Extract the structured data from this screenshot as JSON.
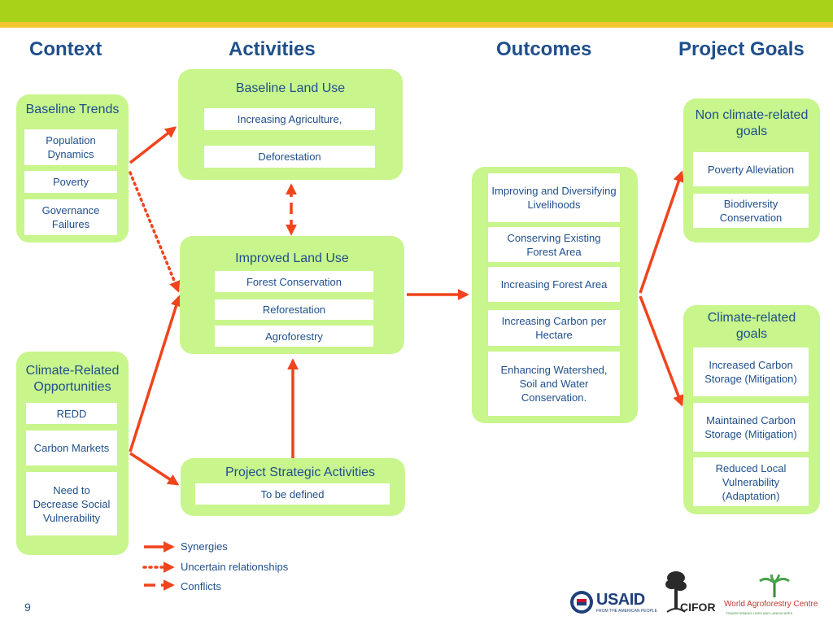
{
  "columns": {
    "context": "Context",
    "activities": "Activities",
    "outcomes": "Outcomes",
    "goals": "Project Goals"
  },
  "baseline_trends": {
    "title": "Baseline Trends",
    "items": [
      "Population Dynamics",
      "Poverty",
      "Governance Failures"
    ]
  },
  "climate_opportunities": {
    "title": "Climate-Related Opportunities",
    "items": [
      "REDD",
      "Carbon Markets",
      "Need to Decrease Social Vulnerability"
    ]
  },
  "baseline_land_use": {
    "title": "Baseline Land Use",
    "items": [
      "Increasing Agriculture,",
      "Deforestation"
    ]
  },
  "improved_land_use": {
    "title": "Improved Land Use",
    "items": [
      "Forest Conservation",
      "Reforestation",
      "Agroforestry"
    ]
  },
  "strategic_activities": {
    "title": "Project Strategic Activities",
    "items": [
      "To be defined"
    ]
  },
  "outcomes": {
    "items": [
      "Improving and Diversifying Livelihoods",
      "Conserving Existing Forest Area",
      "Increasing Forest Area",
      "Increasing Carbon per Hectare",
      "Enhancing Watershed, Soil and Water Conservation."
    ]
  },
  "non_climate_goals": {
    "title": "Non climate-related goals",
    "items": [
      "Poverty Alleviation",
      "Biodiversity Conservation"
    ]
  },
  "climate_goals": {
    "title": "Climate-related goals",
    "items": [
      "Increased Carbon Storage (Mitigation)",
      "Maintained Carbon Storage (Mitigation)",
      "Reduced Local Vulnerability (Adaptation)"
    ]
  },
  "legend": {
    "synergies": "Synergies",
    "uncertain": "Uncertain relationships",
    "conflicts": "Conflicts"
  },
  "page_number": "9",
  "logos": {
    "usaid": "USAID",
    "usaid_tagline": "FROM THE AMERICAN PEOPLE",
    "cifor": "CIFOR",
    "icraf": "World Agroforestry Centre",
    "icraf_tagline": "TRANSFORMING LIVES AND LANDSCAPES"
  },
  "colors": {
    "header_bar": "#a8d11a",
    "header_stripe": "#f5c431",
    "box_fill": "#c8f58c",
    "text": "#1f4f8b",
    "arrow": "#f0441c"
  }
}
